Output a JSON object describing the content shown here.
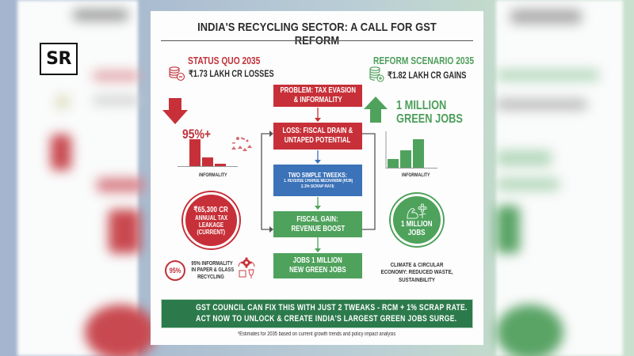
{
  "watermark": {
    "logo_text": "SR"
  },
  "infographic": {
    "title": "INDIA'S RECYCLING SECTOR: A CALL FOR GST REFORM",
    "status_quo": {
      "heading": "STATUS QUO 2035",
      "value": "₹1.73 LAKH CR LOSSES",
      "big_stat": "95%+",
      "bar_label": "INFORMALITY",
      "accent_color": "#c0323a"
    },
    "reform": {
      "heading": "REFORM SCENARIO 2035",
      "value": "₹1.82 LAKH CR GAINS",
      "big_stat_line1": "1 MILLION",
      "big_stat_line2": "GREEN JOBS",
      "bar_label": "INFORMALITY",
      "accent_color": "#4d9e5a"
    },
    "flow": [
      {
        "line1": "PROBLEM: TAX EVASION",
        "line2": "& INFORMALITY",
        "color": "red"
      },
      {
        "line1": "LOSS: FISCAL DRAIN &",
        "line2": "UNTAPED POTENTIAL",
        "color": "red"
      },
      {
        "line1": "TWO SIMPLE TWEEKS:",
        "line2": "1. REVERSE CHARGE MECHANISM (RCM)",
        "line3": "2.1% SCRAP RATE",
        "color": "blue"
      },
      {
        "line1": "FISCAL GAIN:",
        "line2": "REVENUE BOOST",
        "color": "green"
      },
      {
        "line1": "JOBS 1 MILLION",
        "line2": "NEW GREEN JOBS",
        "color": "green"
      }
    ],
    "leakage_circle": {
      "line1": "₹65,300 CR",
      "line2": "ANNUAL TAX",
      "line3": "LEAKAGE",
      "line4": "(CURRENT)"
    },
    "informality_note": {
      "badge": "95%",
      "line1": "95% INFORMALITY",
      "line2": "IN PAPER & GLASS",
      "line3": "RECYCLING"
    },
    "jobs_circle": {
      "line1": "1 MILLION",
      "line2": "JOBS"
    },
    "climate_note": {
      "line1": "CLIMATE & CIRCULAR",
      "line2": "ECONOMY: REDUCED WASTE,",
      "line3": "SUSTAINBILITY"
    },
    "banner": {
      "line1": "GST COUNCIL CAN FIX THIS WITH JUST 2 TWEAKS - RCM + 1% SCRAP RATE.",
      "line2": "ACT NOW TO UNLOCK & CREATE INDIA'S LARGEST GREEN JOBS SURGE."
    },
    "footnote": "*Estimates for 2035 based on current growth trends and policy impact analysis"
  }
}
